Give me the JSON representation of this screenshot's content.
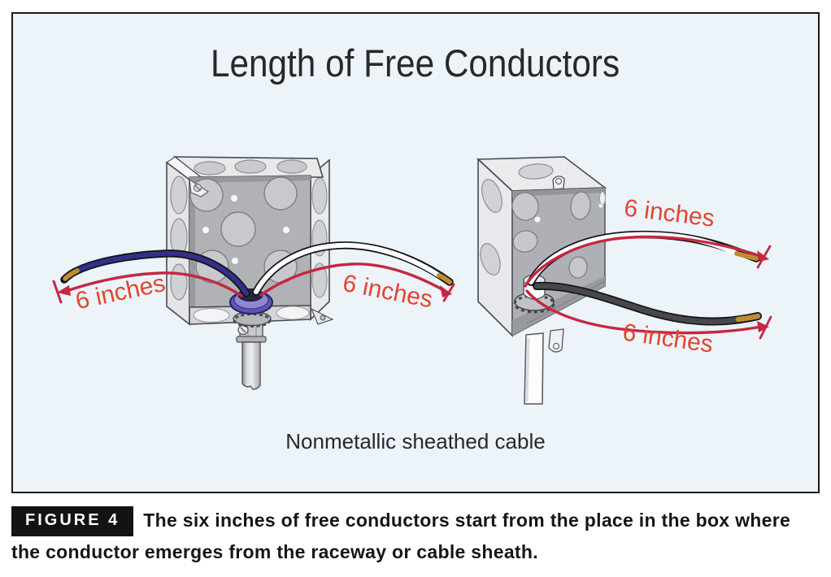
{
  "frame": {
    "title": "Length of Free Conductors",
    "cable_label": "Nonmetallic sheathed cable"
  },
  "dimension_labels": {
    "left_box_left": "6 inches",
    "left_box_right": "6 inches",
    "right_box_top": "6 inches",
    "right_box_bottom": "6 inches"
  },
  "caption": {
    "badge": "FIGURE 4",
    "text": "The six inches of free conductors start from the place in the box where the conductor emerges from the raceway or cable sheath."
  },
  "colors": {
    "frame_background": "#ecf3f9",
    "frame_border": "#1a1a1a",
    "dimension_arc_red": "#c62742",
    "dimension_label_red": "#e2462f",
    "wire_navy": "#34308a",
    "wire_white": "#ffffff",
    "wire_black": "#47474c",
    "wire_tip_gold": "#bf8c33",
    "connector_purple": "#6055b0",
    "box_metal_gray": "#b0b2b6"
  }
}
